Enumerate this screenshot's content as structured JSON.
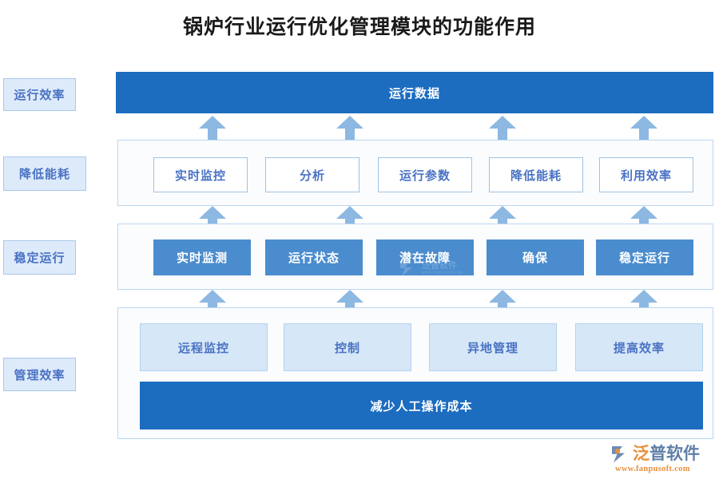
{
  "title": "锅炉行业运行优化管理模块的功能作用",
  "colors": {
    "dark_blue": "#1c6cc0",
    "medium_blue": "#4a8cce",
    "light_blue": "#d6e7f7",
    "arrow_blue": "#8cb8e2",
    "label_bg": "#ddeafa",
    "text_blue": "#4a72c4",
    "logo_orange": "#e8903a",
    "logo_gray_blue": "#5f7fa8"
  },
  "stage_labels": [
    {
      "text": "运行效率"
    },
    {
      "text": "降低能耗"
    },
    {
      "text": "稳定运行"
    },
    {
      "text": "管理效率"
    }
  ],
  "top_bar": {
    "text": "运行数据"
  },
  "rows": [
    {
      "id": "row-outline",
      "style": "outline",
      "nodes": [
        {
          "text": "实时监控"
        },
        {
          "text": "分析"
        },
        {
          "text": "运行参数"
        },
        {
          "text": "降低能耗"
        },
        {
          "text": "利用效率"
        }
      ]
    },
    {
      "id": "row-filled",
      "style": "filled",
      "nodes": [
        {
          "text": "实时监测"
        },
        {
          "text": "运行状态"
        },
        {
          "text": "潜在故障"
        },
        {
          "text": "确保"
        },
        {
          "text": "稳定运行"
        }
      ]
    },
    {
      "id": "row-tint",
      "style": "tint",
      "nodes": [
        {
          "text": "远程监控"
        },
        {
          "text": "控制"
        },
        {
          "text": "异地管理"
        },
        {
          "text": "提高效率"
        }
      ]
    }
  ],
  "bottom_bar": {
    "text": "减少人工操作成本"
  },
  "watermark": {
    "name": "泛普软件",
    "url": "www.fanpusoft.com"
  },
  "logo": {
    "name_first": "泛",
    "name_rest": "普软件",
    "url": "www.fanpusoft.com"
  }
}
